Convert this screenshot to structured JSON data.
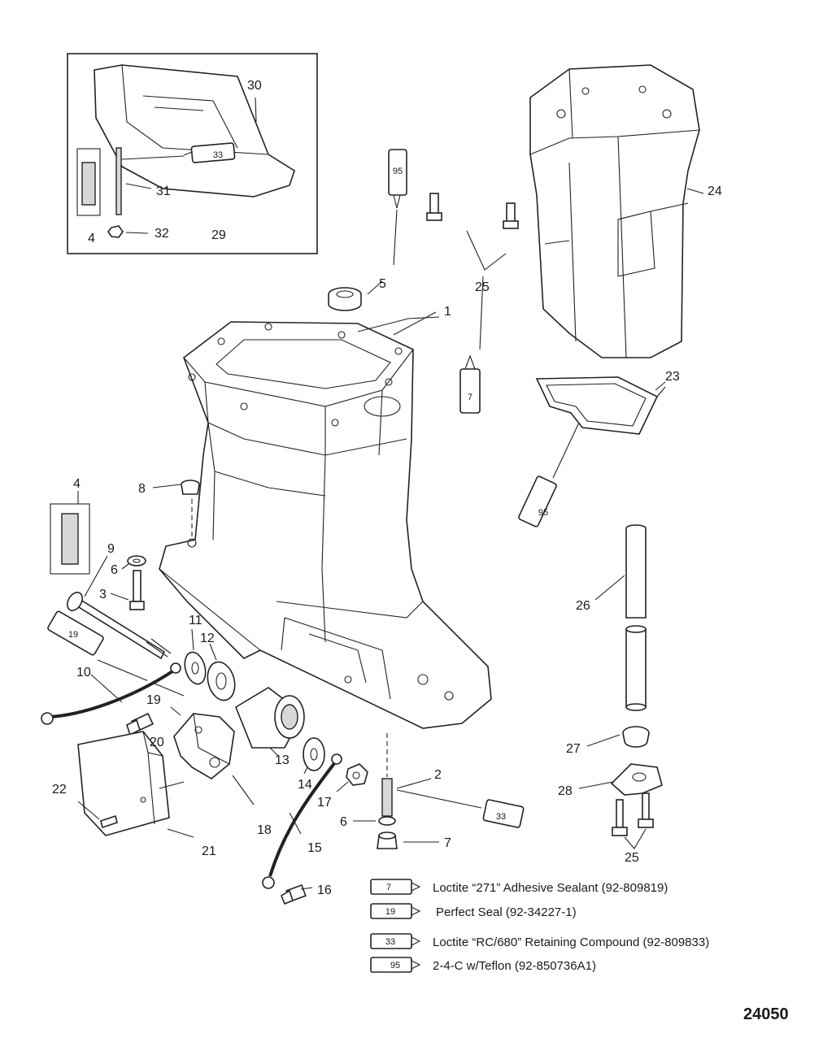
{
  "callouts": {
    "c1": "1",
    "c2": "2",
    "c3": "3",
    "c4a": "4",
    "c4b": "4",
    "c5": "5",
    "c6a": "6",
    "c6b": "6",
    "c7": "7",
    "c8": "8",
    "c9": "9",
    "c10": "10",
    "c11": "11",
    "c12": "12",
    "c13": "13",
    "c14": "14",
    "c15": "15",
    "c16": "16",
    "c17": "17",
    "c18": "18",
    "c19": "19",
    "c20": "20",
    "c21": "21",
    "c22": "22",
    "c23": "23",
    "c24": "24",
    "c25a": "25",
    "c25b": "25",
    "c26": "26",
    "c27": "27",
    "c28": "28",
    "c29": "29",
    "c30": "30",
    "c31": "31",
    "c32": "32"
  },
  "tubes": {
    "t33_inset": "33",
    "t95_top": "95",
    "t7_mid": "7",
    "t95_right": "95",
    "t19_left": "19",
    "t33_bottom": "33"
  },
  "legend": [
    {
      "code": "7",
      "text": "Loctite “271” Adhesive Sealant (92-809819)"
    },
    {
      "code": "19",
      "text": "Perfect Seal (92-34227-1)"
    },
    {
      "code": "33",
      "text": "Loctite “RC/680” Retaining Compound (92-809833)"
    },
    {
      "code": "95",
      "text": "2-4-C w/Teflon (92-850736A1)"
    }
  ],
  "figure_number": "24050"
}
